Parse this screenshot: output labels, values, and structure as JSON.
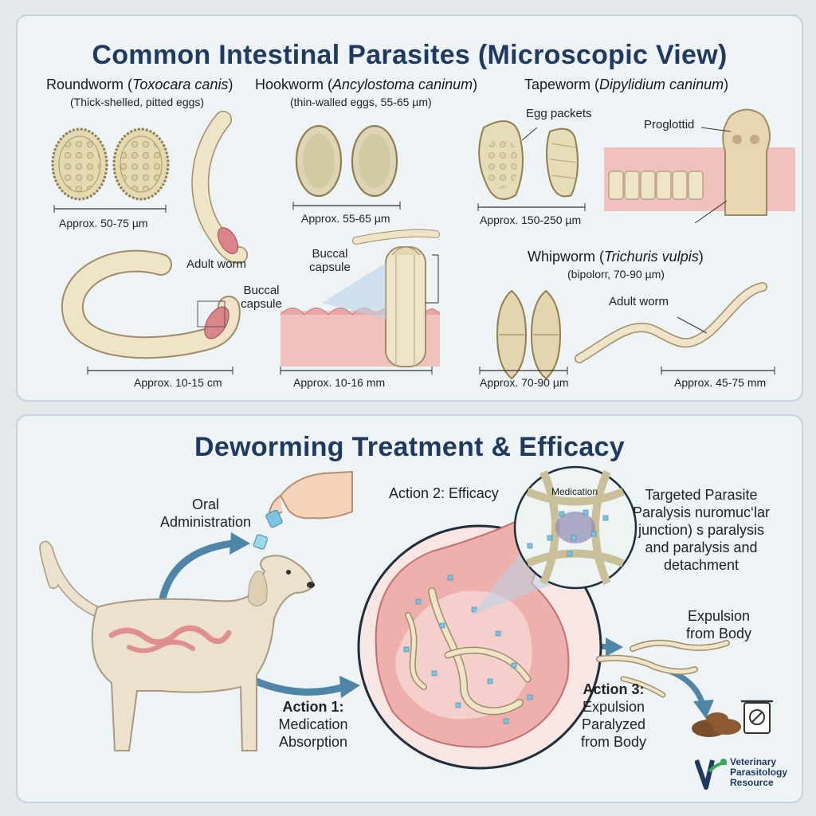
{
  "top": {
    "title": "Common Intestinal Parasites (Microscopic View)",
    "roundworm": {
      "name_prefix": "Roundworm (",
      "name_italic": "Toxocara canis",
      "name_suffix": ")",
      "sub": "(Thick-shelled, pitted eggs)",
      "egg_size": "Approx. 50-75 µm",
      "adult_label": "Adult worm",
      "capsule_label_1": "Buccal",
      "capsule_label_2": "capsule",
      "adult_size": "Approx. 10-15 cm"
    },
    "hookworm": {
      "name_prefix": "Hookworm (",
      "name_italic": "Ancylostoma caninum",
      "name_suffix": ")",
      "sub": "(thin-walled eggs, 55-65 µm)",
      "egg_size": "Approx. 55-65 µm",
      "capsule_label_1": "Buccal",
      "capsule_label_2": "capsule",
      "adult_size": "Approx. 10-16 mm"
    },
    "tapeworm": {
      "name_prefix": "Tapeworm (",
      "name_italic": "Dipylidium caninum",
      "name_suffix": ")",
      "egg_label": "Egg packets",
      "proglottid_label": "Proglottid",
      "egg_size": "Approx. 150-250 µm"
    },
    "whipworm": {
      "name_prefix": "Whipworm (",
      "name_italic": "Trichuris vulpis",
      "name_suffix": ")",
      "sub": "(bipolorг, 70-90 µm)",
      "adult_label": "Adult worm",
      "egg_size": "Approx. 70-90 µm",
      "adult_size": "Approx. 45-75 mm"
    }
  },
  "bottom": {
    "title": "Deworming Treatment & Efficacy",
    "oral_1": "Oral",
    "oral_2": "Administration",
    "action2": "Action 2: Efficacy",
    "medication": "Medication",
    "targeted_1": "Targeted Parasite",
    "targeted_2": "Paralysis nuromuc‘lar",
    "targeted_3": "junction) s paralysis",
    "targeted_4": "and paralysis and",
    "targeted_5": "detachment",
    "expulsion_1": "Expulsion",
    "expulsion_2": "from Body",
    "action1_title": "Action 1:",
    "action1_1": "Medication",
    "action1_2": "Absorption",
    "action3_title": "Action 3:",
    "action3_1": "Expulsion",
    "action3_2": "Paralyzed",
    "action3_3": "from Body"
  },
  "logo": {
    "line1": "Veterinary",
    "line2": "Parasitology",
    "line3": "Resource"
  },
  "colors": {
    "title": "#1e3a5f",
    "worm": "#efe4c8",
    "worm_stroke": "#9e8d66",
    "tissue": "#f1c1bd",
    "arrow": "#4f86a8"
  }
}
